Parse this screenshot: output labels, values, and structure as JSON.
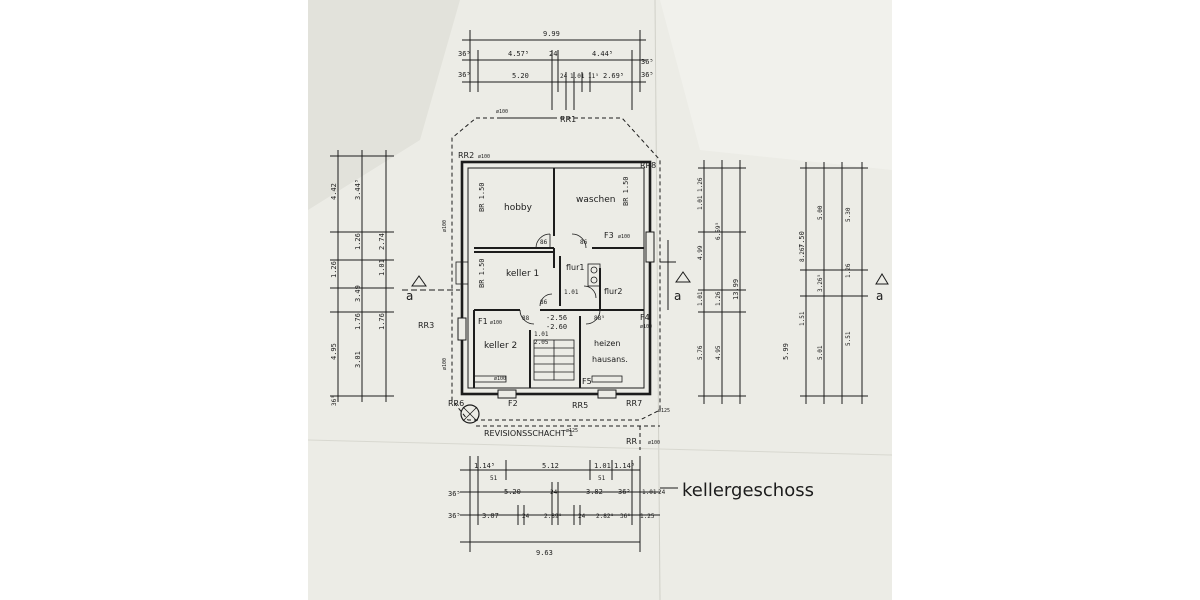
{
  "colors": {
    "paper": "#ecece6",
    "paper_shade": "#dcdcd4",
    "ink": "#1c1c1c",
    "background": "#ffffff"
  },
  "title": "kellergeschoss",
  "rooms": {
    "hobby": "hobby",
    "waschen": "waschen",
    "keller1": "keller 1",
    "flur1": "flur1",
    "flur2": "flur2",
    "keller2": "keller 2",
    "heizen_line1": "heizen",
    "heizen_line2": "hausans."
  },
  "labels": {
    "rr1": "RR1",
    "rr2": "RR2",
    "rr3": "RR3",
    "rr5": "RR5",
    "rr6": "RR6",
    "rr7": "RR7",
    "rr8": "RR8",
    "rr_front": "RR",
    "revisionsschacht": "REVISIONSSCHACHT 1",
    "f1": "F1",
    "f2": "F2",
    "f3": "F3",
    "f4": "F4",
    "f5": "F5",
    "section_left": "a",
    "section_right": "a",
    "section_far": "a"
  },
  "dims_top": {
    "total": "9.99",
    "a": "36⁵",
    "b": "4.57⁵",
    "c": "24",
    "d": "4.44⁵",
    "e": "36⁵",
    "f": "36⁵",
    "g": "5.20",
    "h": "24",
    "i": "1.01",
    "j": "11⁵",
    "k": "2.69⁵",
    "l": "36⁵"
  },
  "dims_bottom": {
    "a": "1.14⁵",
    "b": "5.12",
    "c": "1.01",
    "d": "1.14⁵",
    "e": "51",
    "f": "51",
    "g": "36⁵",
    "h": "5.20",
    "i": "24",
    "j": "3.82",
    "k": "36⁵",
    "l": "1.01",
    "m": "24",
    "n": "36⁵",
    "o": "3.07",
    "p": "24",
    "q": "2.89⁵",
    "r": "24",
    "s": "2.82⁵",
    "t": "36⁵",
    "u": "1.25",
    "total": "9.63"
  },
  "dims_left": [
    "4.42",
    "3.44⁵",
    "1.26",
    "2.74",
    "1.26",
    "3.49",
    "1.01",
    "1.76",
    "4.95",
    "3.01",
    "1.76",
    "36⁵"
  ],
  "dims_right": [
    "1.26",
    "1.01",
    "4.99",
    "6.59⁵",
    "13.99",
    "5.76",
    "4.95",
    "1.01",
    "1.26"
  ],
  "dims_far": [
    "7.50",
    "5.00",
    "5.30",
    "8.26⁵",
    "3.26⁵",
    "1.51",
    "5.99",
    "5.01",
    "5.51",
    "1.26"
  ],
  "inner": {
    "br1": "BR 1.50",
    "br2": "BR 1.50",
    "br3": "BR 1.50",
    "lvl1": "-2.56",
    "lvl2": "-2.60",
    "d1": "1.01",
    "d2": "2.05",
    "pipe": "ø100",
    "pipe125": "ø125",
    "door86": "86",
    "door88": "88",
    "door885": "88⁵"
  }
}
